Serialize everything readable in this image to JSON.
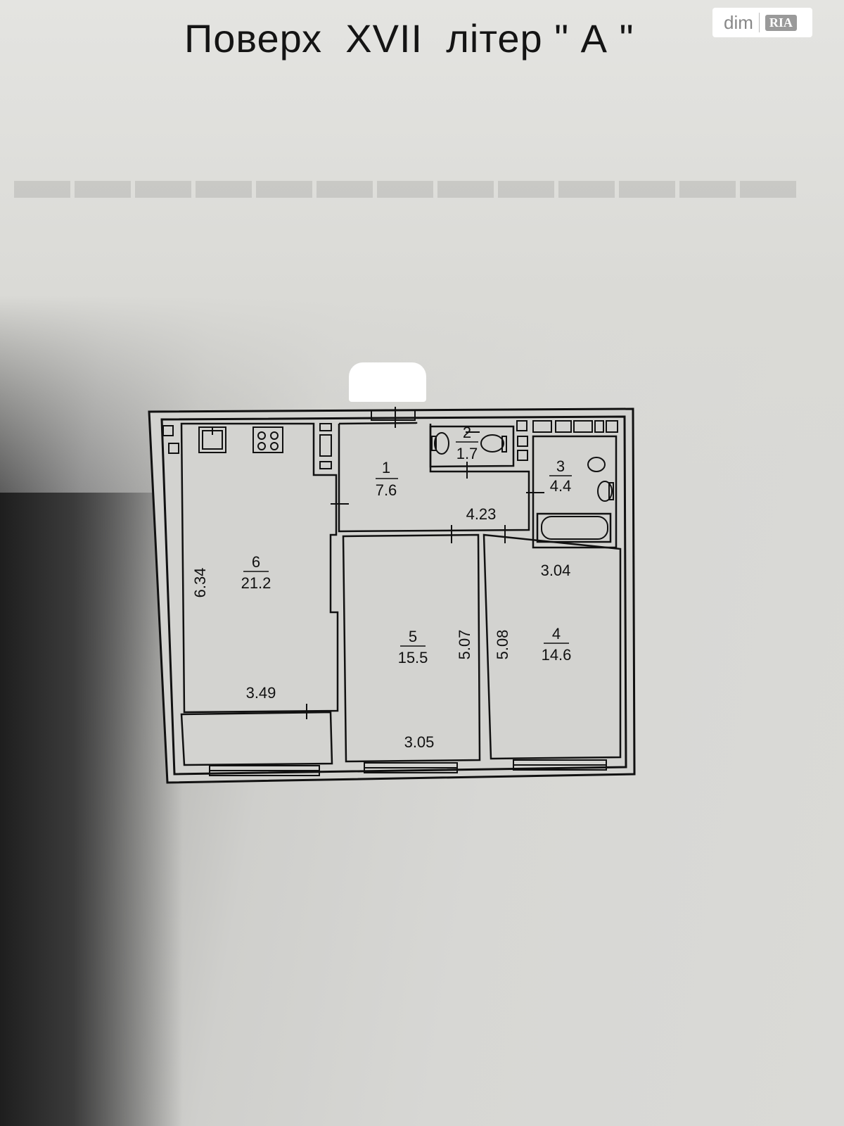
{
  "header": {
    "title": "Поверх  XVII  літер \" А \""
  },
  "logo": {
    "dim": "dim",
    "ria": "RIA"
  },
  "rooms": [
    {
      "number": "1",
      "area": "7.6"
    },
    {
      "number": "2",
      "area": "1.7"
    },
    {
      "number": "3",
      "area": "4.4"
    },
    {
      "number": "4",
      "area": "14.6"
    },
    {
      "number": "5",
      "area": "15.5"
    },
    {
      "number": "6",
      "area": "21.2"
    }
  ],
  "dimensions": {
    "corridor_length": "4.23",
    "kitchen_height": "6.34",
    "kitchen_width": "3.49",
    "room5_height": "5.07",
    "room5_width": "3.05",
    "room4_height": "5.08",
    "room4_width": "3.04"
  },
  "colors": {
    "wall": "#111111",
    "paper": "#d9d9d6",
    "title": "#141414"
  }
}
